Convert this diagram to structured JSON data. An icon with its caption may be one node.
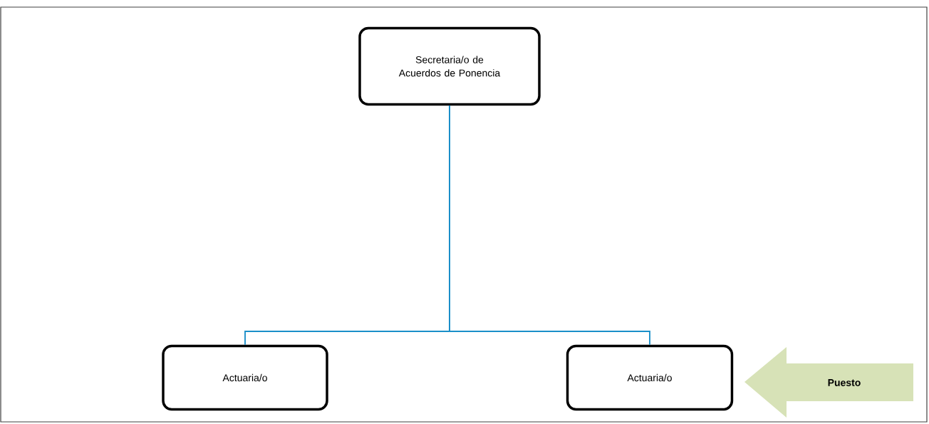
{
  "diagram": {
    "nodes": [
      {
        "text": [
          "Secretaria/o de Acuerdos de Ponencia"
        ]
      },
      {
        "text": [
          "Actuaria/o"
        ]
      },
      {
        "text": [
          "Actuaria/o"
        ]
      },
      {
        "text": [
          "Puesto"
        ]
      }
    ],
    "edges": [
      {
        "from": 0,
        "to": 1,
        "arrow": "none"
      },
      {
        "from": 0,
        "to": 2,
        "arrow": "none"
      }
    ]
  }
}
